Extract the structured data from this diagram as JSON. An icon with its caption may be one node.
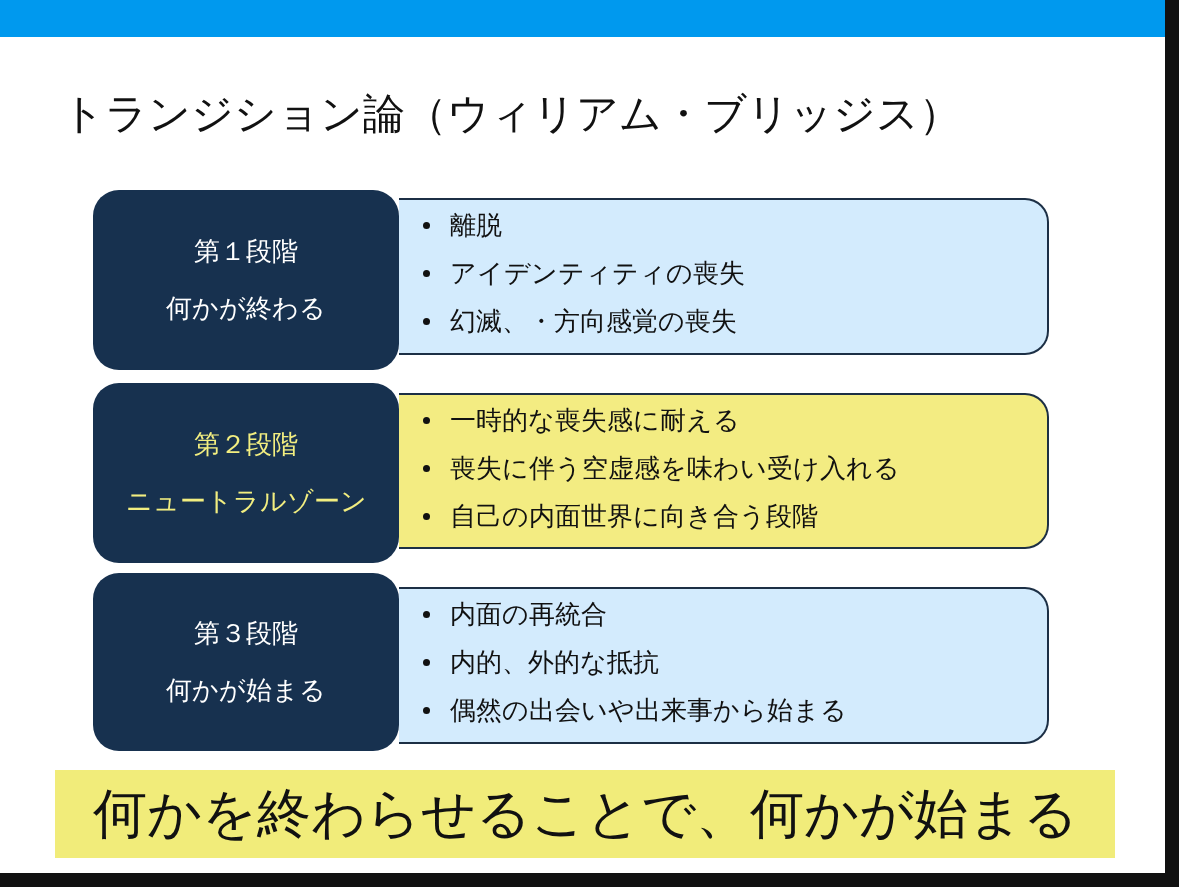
{
  "diagram": {
    "title": "トランジション論（ウィリアム・ブリッジス）",
    "nodes": [
      {
        "text": [],
        "shape": "bar"
      },
      {
        "text": [
          "第１段階",
          "何かが終わる"
        ]
      },
      {
        "text": [
          "離脱",
          "アイデンティティの喪失",
          "幻滅、・方向感覚の喪失"
        ]
      },
      {
        "text": [
          "第２段階",
          "ニュートラルゾーン"
        ]
      },
      {
        "text": [
          "一時的な喪失感に耐える",
          "喪失に伴う空虚感を味わい受け入れる",
          "自己の内面世界に向き合う段階"
        ]
      },
      {
        "text": [
          "第３段階",
          "何かが始まる"
        ]
      },
      {
        "text": [
          "内面の再統合",
          "内的、外的な抵抗",
          "偶然の出会いや出来事から始まる"
        ]
      },
      {
        "text": [
          "何かを終わらせることで、何かが始まる"
        ]
      }
    ]
  }
}
